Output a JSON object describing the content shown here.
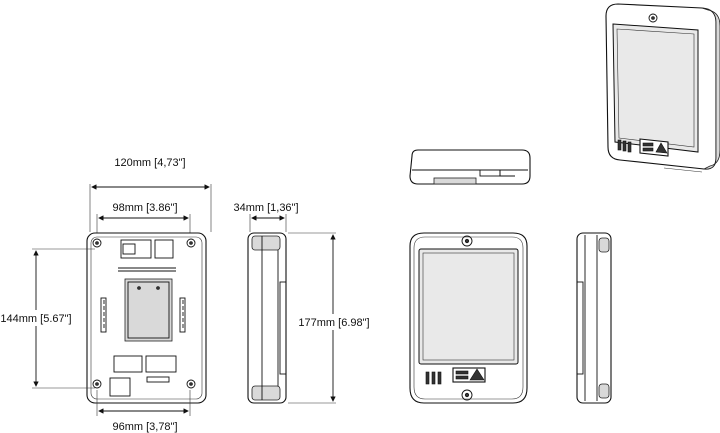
{
  "dimensions": {
    "overall_width": "120mm [4,73\"]",
    "inner_width_top": "98mm [3.86\"]",
    "inner_width_bottom": "96mm [3,78\"]",
    "hole_spacing_height": "144mm [5.67\"]",
    "depth": "34mm [1,36\"]",
    "overall_height": "177mm [6.98\"]"
  },
  "colors": {
    "line": "#111111",
    "shade": "#d9d9d9",
    "screen": "#e9e9e9"
  },
  "icons": {
    "logo": "axis-logo-icon"
  }
}
